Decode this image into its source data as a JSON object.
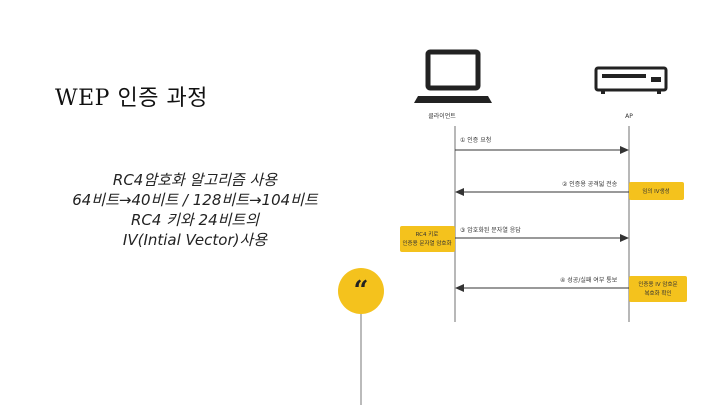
{
  "slide": {
    "title": "WEP 인증 과정",
    "body_lines": [
      "RC4암호화 알고리즘 사용",
      "64비트→40비트 / 128비트→104비트",
      "RC4 키와 24비트의",
      "IV(Intial Vector)사용"
    ],
    "quote_mark": "“"
  },
  "diagram": {
    "client_label": "클라이언트",
    "ap_label": "AP",
    "messages": [
      {
        "label": "① 인증 요청",
        "direction": "client-to-ap"
      },
      {
        "label": "② 인증용 공격덟 전송",
        "direction": "ap-to-client"
      },
      {
        "label": "③ 암호화된 문자열 응답",
        "direction": "client-to-ap"
      },
      {
        "label": "④ 성공/실패 여부 통보",
        "direction": "ap-to-client"
      }
    ],
    "notes": {
      "ap_note_1": [
        "임의 IV생성"
      ],
      "client_note": [
        "RC4 키로",
        "인증용 문자열 암호화"
      ],
      "ap_note_2": [
        "인증용 IV 암호문",
        "복호화 확인"
      ]
    },
    "colors": {
      "note_fill": "#f4c21d",
      "line": "#888888",
      "arrow": "#333333"
    }
  }
}
